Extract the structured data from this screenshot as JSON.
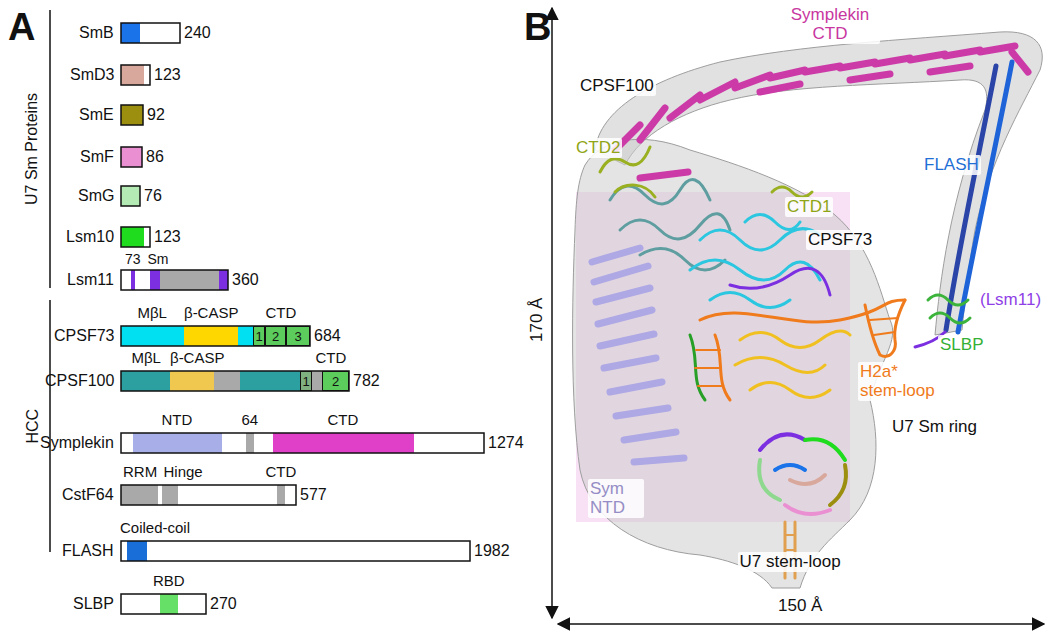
{
  "diagram": {
    "nodes": [
      {
        "text": [
          "1"
        ]
      },
      {
        "text": [
          "2"
        ]
      },
      {
        "text": [
          "3"
        ]
      },
      {
        "text": [
          "1"
        ]
      },
      {
        "text": [
          "2"
        ]
      }
    ],
    "labels": [
      "A",
      "U7 Sm Proteins",
      "SmB",
      "240",
      "SmD3",
      "123",
      "SmE",
      "92",
      "SmF",
      "86",
      "SmG",
      "76",
      "Lsm10",
      "123",
      "73",
      "Sm",
      "Lsm11",
      "360",
      "HCC",
      "MβL",
      "β-CASP",
      "CTD",
      "CPSF73",
      "684",
      "MβL",
      "β-CASP",
      "CTD",
      "CPSF100",
      "782",
      "NTD",
      "64",
      "CTD",
      "Symplekin",
      "1274",
      "RRM",
      "Hinge",
      "CTD",
      "CstF64",
      "577",
      "Coiled-coil",
      "FLASH",
      "1982",
      "RBD",
      "SLBP",
      "270",
      "B",
      "Symplekin CTD",
      "CPSF100",
      "CTD2",
      "CTD1",
      "CPSF73",
      "FLASH",
      "(Lsm11)",
      "SLBP",
      "H2a* stem-loop",
      "U7 Sm ring",
      "Sym NTD",
      "U7 stem-loop",
      "170 Å",
      "150 Å"
    ]
  }
}
